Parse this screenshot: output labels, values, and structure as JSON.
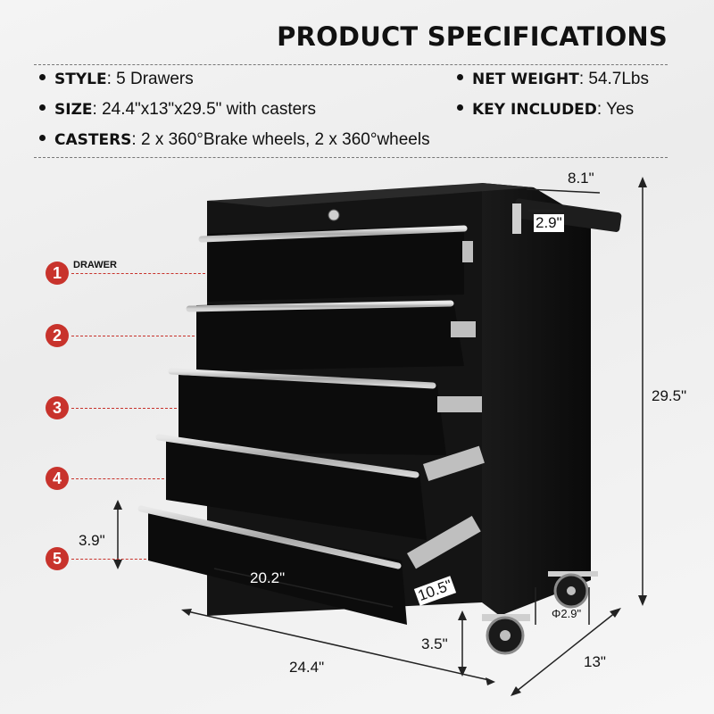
{
  "title": "PRODUCT SPECIFICATIONS",
  "specs": {
    "style": {
      "key": "STYLE",
      "value": ": 5 Drawers"
    },
    "size": {
      "key": "SIZE",
      "value": ": 24.4\"x13\"x29.5\" with casters"
    },
    "casters": {
      "key": "CASTERS",
      "value": ": 2 x 360°Brake wheels, 2 x 360°wheels"
    },
    "weight": {
      "key": "NET WEIGHT",
      "value": ": 54.7Lbs"
    },
    "key": {
      "key": "KEY INCLUDED",
      "value": ": Yes"
    }
  },
  "drawer_label": "DRAWER",
  "drawers": [
    "1",
    "2",
    "3",
    "4",
    "5"
  ],
  "dimensions": {
    "handle_length": "8.1\"",
    "handle_depth": "2.9\"",
    "height": "29.5\"",
    "drawer_height": "3.9\"",
    "drawer_width": "20.2\"",
    "drawer_depth": "10.5\"",
    "wheel_diameter": "Φ2.9\"",
    "caster_height": "3.5\"",
    "width": "24.4\"",
    "depth": "13\""
  },
  "colors": {
    "badge": "#c8332c",
    "cabinet": "#111111",
    "handle": "#b8b8b8"
  }
}
